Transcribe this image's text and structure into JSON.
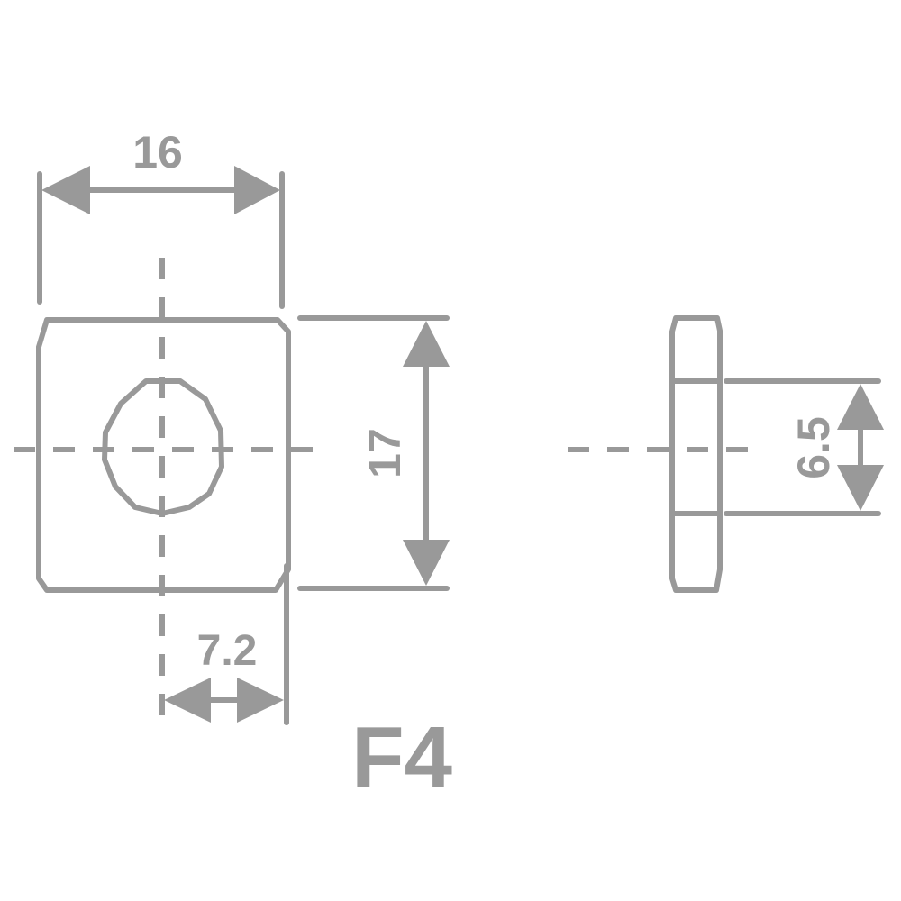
{
  "front_view": {
    "width_label": "16",
    "height_label": "17",
    "offset_label": "7.2"
  },
  "side_view": {
    "thickness_label": "6.5"
  },
  "model_label": "F4",
  "colors": {
    "line": "#999999",
    "background": "#ffffff"
  }
}
